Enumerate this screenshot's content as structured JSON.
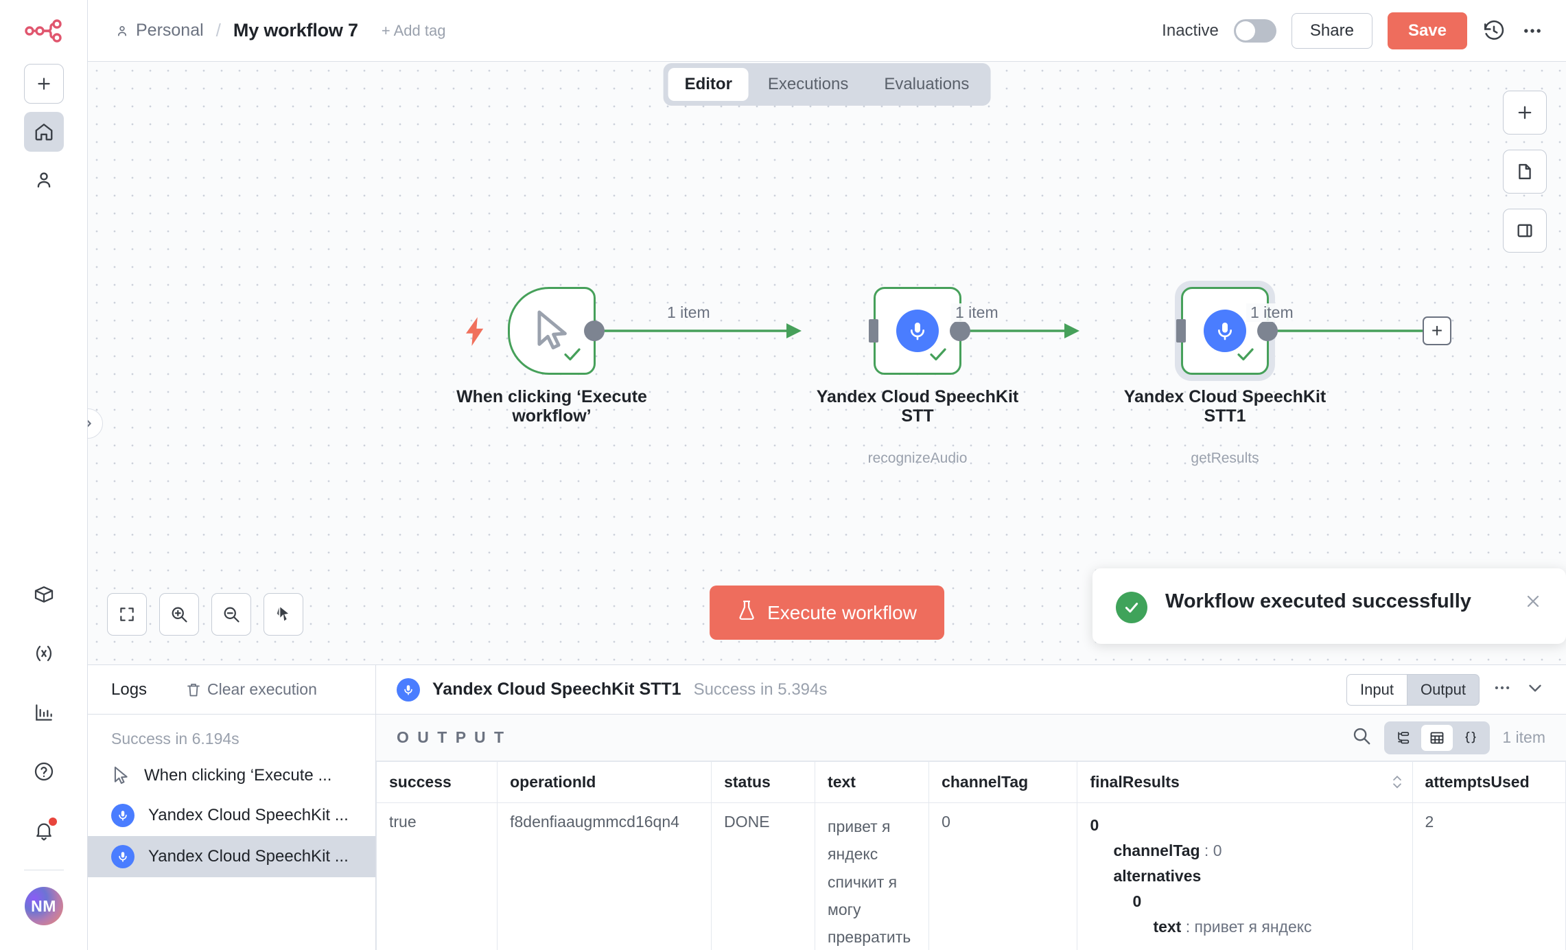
{
  "rail": {
    "logo": "n8n-logo",
    "items": [
      {
        "name": "add-workflow-button",
        "icon": "plus-icon"
      },
      {
        "name": "overview-home-button",
        "icon": "home-icon"
      },
      {
        "name": "personal-projects-button",
        "icon": "user-icon"
      }
    ],
    "bottom_items": [
      {
        "name": "templates-button",
        "icon": "box-icon"
      },
      {
        "name": "variables-button",
        "icon": "variable-icon"
      },
      {
        "name": "insights-button",
        "icon": "bar-chart-icon"
      },
      {
        "name": "help-button",
        "icon": "question-circle-icon"
      },
      {
        "name": "notifications-button",
        "icon": "bell-icon"
      }
    ],
    "avatar_initials": "NM"
  },
  "header": {
    "project": "Personal",
    "separator": "/",
    "workflow_title": "My workflow 7",
    "add_tag": "+ Add tag",
    "active_state_label": "Inactive",
    "share_label": "Share",
    "save_label": "Save",
    "history_icon": "history-clock-icon",
    "more_icon": "ellipsis-icon"
  },
  "tabs": [
    {
      "label": "Editor",
      "active": true
    },
    {
      "label": "Executions",
      "active": false
    },
    {
      "label": "Evaluations",
      "active": false
    }
  ],
  "canvas": {
    "right_buttons": [
      {
        "name": "add-node-button",
        "icon": "plus-icon"
      },
      {
        "name": "add-sticky-note-button",
        "icon": "file-icon"
      },
      {
        "name": "toggle-panel-button",
        "icon": "split-panel-icon"
      }
    ],
    "tools": [
      {
        "name": "zoom-to-fit-button",
        "icon": "fit-screen-icon"
      },
      {
        "name": "zoom-in-button",
        "icon": "zoom-in-icon"
      },
      {
        "name": "zoom-out-button",
        "icon": "zoom-out-icon"
      },
      {
        "name": "tidy-up-button",
        "icon": "tidy-arrow-icon"
      }
    ],
    "execute_label": "Execute workflow",
    "execute_icon": "flask-icon",
    "nodes": [
      {
        "name": "when-clicking-execute-workflow",
        "label": "When clicking ‘Execute workflow’",
        "subtitle": "",
        "icon": "cursor-pointer-icon",
        "status": "success",
        "selected": false
      },
      {
        "name": "yandex-cloud-speechkit-stt",
        "label": "Yandex Cloud SpeechKit STT",
        "subtitle": "recognizeAudio",
        "icon": "microphone-icon",
        "status": "success",
        "selected": false
      },
      {
        "name": "yandex-cloud-speechkit-stt1",
        "label": "Yandex Cloud SpeechKit STT1",
        "subtitle": "getResults",
        "icon": "microphone-icon",
        "status": "success",
        "selected": true
      }
    ],
    "connection_labels": [
      "1 item",
      "1 item",
      "1 item"
    ]
  },
  "toast": {
    "title": "Workflow executed successfully",
    "icon": "check-circle-icon",
    "close_icon": "close-icon"
  },
  "logs": {
    "title": "Logs",
    "clear_label": "Clear execution",
    "clear_icon": "trash-icon",
    "status": "Success in 6.194s",
    "items": [
      {
        "label": "When clicking ‘Execute ...",
        "icon": "cursor-pointer-icon",
        "selected": false
      },
      {
        "label": "Yandex Cloud SpeechKit ...",
        "icon": "microphone-icon",
        "selected": false
      },
      {
        "label": "Yandex Cloud SpeechKit ...",
        "icon": "microphone-icon",
        "selected": true
      }
    ]
  },
  "output_panel": {
    "node_name": "Yandex Cloud SpeechKit STT1",
    "node_icon": "microphone-icon",
    "status": "Success in 5.394s",
    "input_label": "Input",
    "output_label": "Output",
    "more_icon": "ellipsis-icon",
    "collapse_icon": "chevron-down-icon",
    "section_label": "O U T P U T",
    "search_icon": "search-icon",
    "view_modes": [
      {
        "name": "schema-view-button",
        "icon": "schema-icon",
        "active": false
      },
      {
        "name": "table-view-button",
        "icon": "table-icon",
        "active": true
      },
      {
        "name": "json-view-button",
        "icon": "braces-icon",
        "active": false
      }
    ],
    "item_count": "1 item",
    "table": {
      "columns": [
        "success",
        "operationId",
        "status",
        "text",
        "channelTag",
        "finalResults",
        "attemptsUsed"
      ],
      "sortable_column": "finalResults",
      "rows": [
        {
          "success": "true",
          "operationId": "f8denfiaaugmmcd16qn4",
          "status": "DONE",
          "text": "привет я яндекс спичкит я могу превратить любой",
          "channelTag": "0",
          "finalResults": [
            {
              "indent": 0,
              "key": "0",
              "value": ""
            },
            {
              "indent": 1,
              "key": "channelTag",
              "value": "0"
            },
            {
              "indent": 1,
              "key": "alternatives",
              "value": ""
            },
            {
              "indent": 2,
              "key": "0",
              "value": ""
            },
            {
              "indent": 3,
              "key": "text",
              "value": "привет я яндекс"
            }
          ],
          "attemptsUsed": "2"
        }
      ]
    }
  }
}
